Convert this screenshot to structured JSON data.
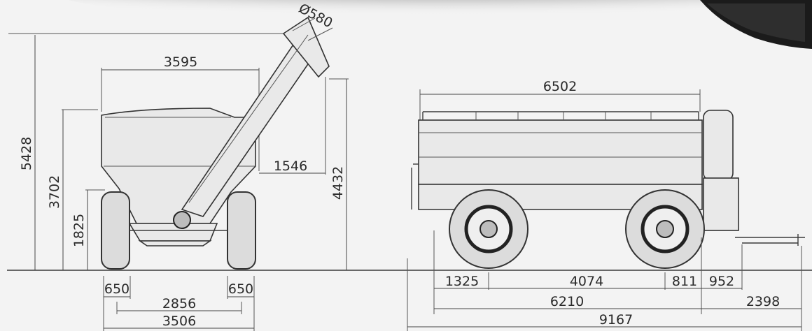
{
  "front_view": {
    "overall_height": "5428",
    "body_height": "3702",
    "axle_height": "1825",
    "body_width": "3595",
    "auger_diameter": "Ø580",
    "auger_offset": "1546",
    "auger_height": "4432",
    "track_tyre_left": "650",
    "track_tyre_right": "650",
    "track_inner": "2856",
    "track_overall": "3506"
  },
  "side_view": {
    "hopper_length": "6502",
    "front_overhang": "1325",
    "wheelbase_section": "4074",
    "rear_to_hitch_a": "811",
    "rear_to_hitch_b": "952",
    "frame_length": "6210",
    "drawbar_length": "2398",
    "overall_length": "9167"
  }
}
